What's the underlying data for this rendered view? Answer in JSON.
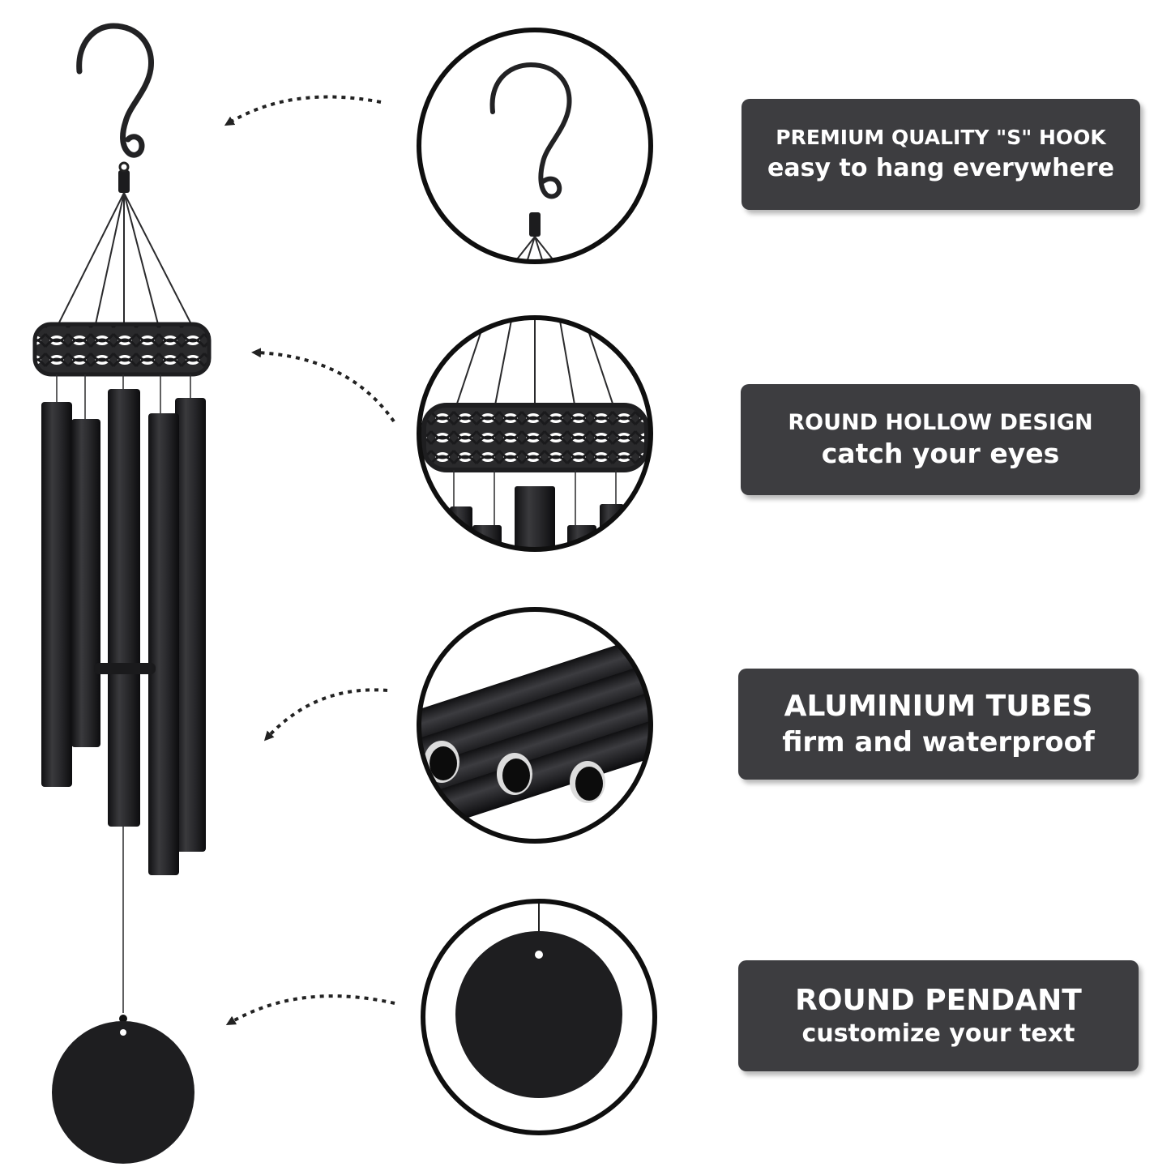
{
  "colors": {
    "label_background": "#3d3d40",
    "label_text": "#ffffff",
    "product_black": "#1e1e20",
    "arrow": "#222222"
  },
  "product": {
    "name_icon": "wind-chime-icon",
    "parts": [
      "s-hook",
      "hollow-ring",
      "aluminium-tubes",
      "round-pendant"
    ]
  },
  "features": [
    {
      "title": "PREMIUM QUALITY \"S\" HOOK",
      "subtitle": "easy to hang everywhere",
      "icon": "s-hook-icon"
    },
    {
      "title": "ROUND HOLLOW DESIGN",
      "subtitle": "catch your eyes",
      "icon": "ring-icon"
    },
    {
      "title": "ALUMINIUM TUBES",
      "subtitle": "firm and waterproof",
      "icon": "tubes-icon"
    },
    {
      "title": "ROUND PENDANT",
      "subtitle": "customize your text",
      "icon": "pendant-icon"
    }
  ]
}
